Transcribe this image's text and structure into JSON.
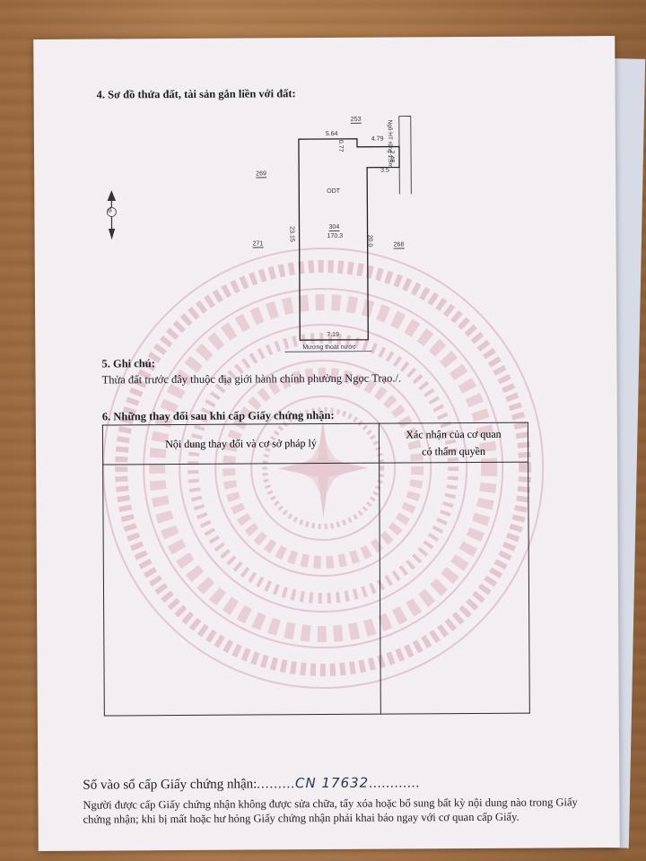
{
  "section4": {
    "heading": "4. Sơ đồ thửa đất, tài sản gắn liền với đất:",
    "labels": {
      "parcel_top": "253",
      "alley": "Ngõ HT rộng 1,5m",
      "dim_top": "5.64",
      "dim_step_top": "4.79",
      "dim_step_side": "0.77",
      "dim_right_short": "2.48",
      "dim_step_bottom": "3.5",
      "parcel_left_upper": "269",
      "land_type": "ODT",
      "parcel_number": "304",
      "area": "170.3",
      "dim_left": "23.15",
      "dim_right": "20.0",
      "parcel_left_lower": "271",
      "parcel_right": "268",
      "dim_bottom": "7.19",
      "drain": "Mương thoát nước"
    },
    "north_arrow_letter": "B"
  },
  "section5": {
    "heading": "5. Ghi chú:",
    "note": "Thửa đất trước đây thuộc địa giới hành chính phường Ngọc Trạo./."
  },
  "section6": {
    "heading": "6. Những thay đổi sau khi cấp Giấy chứng nhận:",
    "col1": "Nội dung thay đổi và cơ sở pháp lý",
    "col2_line1": "Xác nhận của cơ quan",
    "col2_line2": "có thẩm quyền"
  },
  "footer": {
    "registry_label": "Số vào sổ cấp Giấy chứng nhận:",
    "registry_value": "CN 17632",
    "warning": "Người được cấp Giấy chứng nhận không được sửa chữa, tẩy xóa hoặc bổ sung bất kỳ nội dung nào trong Giấy chứng nhận; khi bị mất hoặc hư hỏng Giấy chứng nhận phải khai báo ngay với cơ quan cấp Giấy."
  },
  "colors": {
    "paper": "#f3eef1",
    "watermark": "#d9a7b4",
    "ink": "#1d1d24"
  }
}
